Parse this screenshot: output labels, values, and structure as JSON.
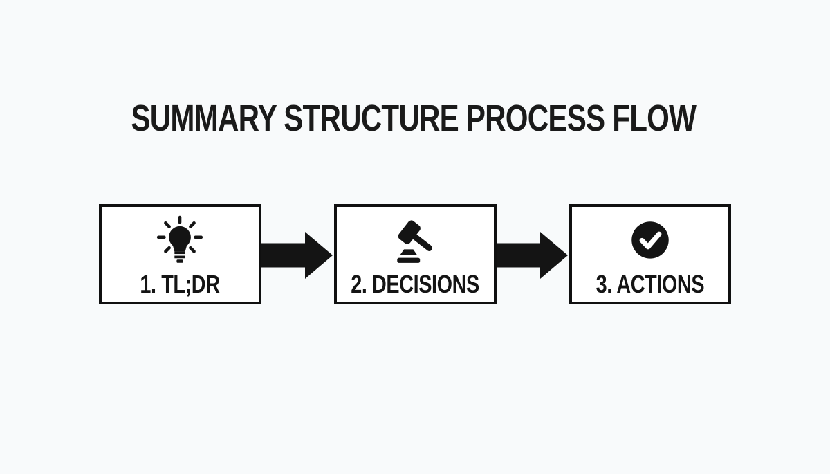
{
  "title": "SUMMARY STRUCTURE PROCESS FLOW",
  "flow": {
    "steps": [
      {
        "label": "1. TL;DR",
        "icon": "lightbulb-icon"
      },
      {
        "label": "2. DECISIONS",
        "icon": "gavel-icon"
      },
      {
        "label": "3. ACTIONS",
        "icon": "check-circle-icon"
      }
    ],
    "connector": "arrow-right"
  },
  "colors": {
    "background": "#f8fafb",
    "box_background": "#ffffff",
    "ink": "#141414",
    "border": "#101010"
  }
}
